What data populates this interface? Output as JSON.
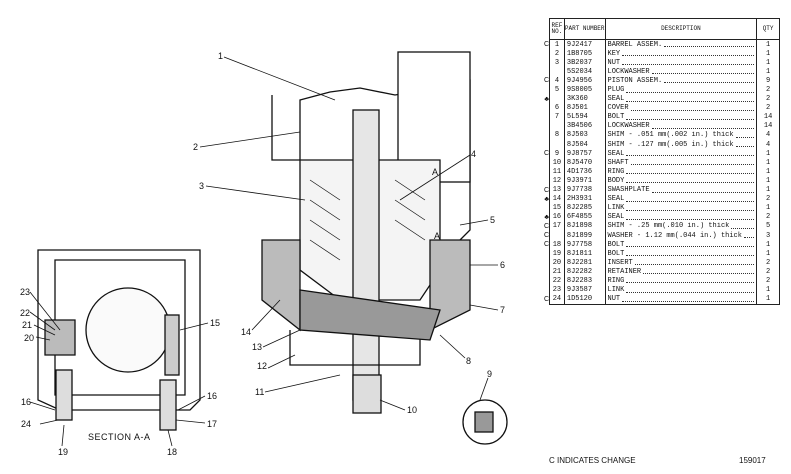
{
  "section_label": "SECTION A-A",
  "callouts": [
    "1",
    "2",
    "3",
    "4",
    "5",
    "6",
    "7",
    "8",
    "9",
    "10",
    "11",
    "12",
    "13",
    "14",
    "15",
    "16",
    "16",
    "17",
    "18",
    "19",
    "20",
    "21",
    "22",
    "23",
    "24",
    "A",
    "A"
  ],
  "table": {
    "headers": {
      "ref": "REF NO.",
      "part": "PART NUMBER",
      "desc": "DESCRIPTION",
      "qty": "QTY"
    },
    "rows": [
      {
        "mark": "C",
        "ref": "1",
        "part": "9J2417",
        "desc": "BARREL ASSEM.",
        "qty": "1"
      },
      {
        "mark": "",
        "ref": "2",
        "part": "1B8705",
        "desc": "KEY",
        "qty": "1"
      },
      {
        "mark": "",
        "ref": "3",
        "part": "3B2037",
        "desc": "NUT",
        "qty": "1"
      },
      {
        "mark": "",
        "ref": "",
        "part": "5S2034",
        "desc": "LOCKWASHER",
        "qty": "1"
      },
      {
        "mark": "C",
        "ref": "4",
        "part": "9J4956",
        "desc": "PISTON ASSEM.",
        "qty": "9"
      },
      {
        "mark": "",
        "ref": "5",
        "part": "9S8005",
        "desc": "PLUG",
        "qty": "2"
      },
      {
        "mark": "♣",
        "ref": "",
        "part": "3K360",
        "desc": "SEAL",
        "qty": "2"
      },
      {
        "mark": "",
        "ref": "6",
        "part": "8J501",
        "desc": "COVER",
        "qty": "2"
      },
      {
        "mark": "",
        "ref": "7",
        "part": "5L594",
        "desc": "BOLT",
        "qty": "14"
      },
      {
        "mark": "",
        "ref": "",
        "part": "3B4506",
        "desc": "LOCKWASHER",
        "qty": "14"
      },
      {
        "mark": "",
        "ref": "8",
        "part": "8J503",
        "desc": "SHIM - .051 mm(.002 in.) thick",
        "qty": "4"
      },
      {
        "mark": "",
        "ref": "",
        "part": "8J504",
        "desc": "SHIM - .127 mm(.005 in.) thick",
        "qty": "4"
      },
      {
        "mark": "C",
        "ref": "9",
        "part": "9J8757",
        "desc": "SEAL",
        "qty": "1"
      },
      {
        "mark": "",
        "ref": "10",
        "part": "8J5470",
        "desc": "SHAFT",
        "qty": "1"
      },
      {
        "mark": "",
        "ref": "11",
        "part": "4D1736",
        "desc": "RING",
        "qty": "1"
      },
      {
        "mark": "",
        "ref": "12",
        "part": "9J3971",
        "desc": "BODY",
        "qty": "1"
      },
      {
        "mark": "C",
        "ref": "13",
        "part": "9J7738",
        "desc": "SWASHPLATE",
        "qty": "1"
      },
      {
        "mark": "♣",
        "ref": "14",
        "part": "2H3931",
        "desc": "SEAL",
        "qty": "2"
      },
      {
        "mark": "",
        "ref": "15",
        "part": "8J2285",
        "desc": "LINK",
        "qty": "1"
      },
      {
        "mark": "♣",
        "ref": "16",
        "part": "6F4855",
        "desc": "SEAL",
        "qty": "2"
      },
      {
        "mark": "C",
        "ref": "17",
        "part": "8J1898",
        "desc": "SHIM - .25 mm(.010 in.) thick",
        "qty": "5"
      },
      {
        "mark": "C",
        "ref": "",
        "part": "8J1899",
        "desc": "WASHER - 1.12 mm(.044 in.) thick",
        "qty": "3"
      },
      {
        "mark": "C",
        "ref": "18",
        "part": "9J7758",
        "desc": "BOLT",
        "qty": "1"
      },
      {
        "mark": "",
        "ref": "19",
        "part": "8J1811",
        "desc": "BOLT",
        "qty": "1"
      },
      {
        "mark": "",
        "ref": "20",
        "part": "8J2281",
        "desc": "INSERT",
        "qty": "2"
      },
      {
        "mark": "",
        "ref": "21",
        "part": "8J2282",
        "desc": "RETAINER",
        "qty": "2"
      },
      {
        "mark": "",
        "ref": "22",
        "part": "8J2283",
        "desc": "RING",
        "qty": "2"
      },
      {
        "mark": "",
        "ref": "23",
        "part": "9J3587",
        "desc": "LINK",
        "qty": "1"
      },
      {
        "mark": "C",
        "ref": "24",
        "part": "1D5120",
        "desc": "NUT",
        "qty": "1"
      }
    ]
  },
  "footnote": "C INDICATES CHANGE",
  "figure_number": "159017"
}
